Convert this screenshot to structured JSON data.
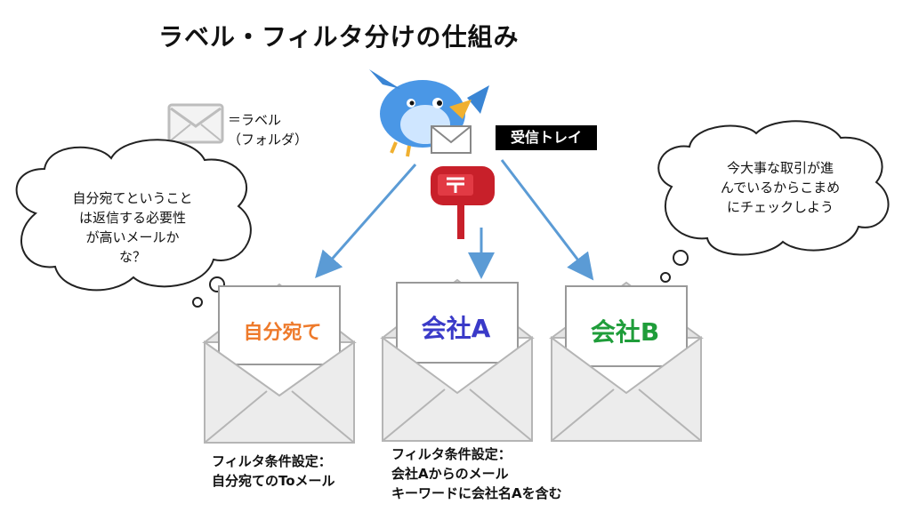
{
  "title": "ラベル・フィルタ分けの仕組み",
  "legend": {
    "line1": "＝ラベル",
    "line2": "（フォルダ）",
    "icon": "envelope-icon"
  },
  "inbox_label": "受信トレイ",
  "thoughts": {
    "left": [
      "自分宛てということ",
      "は返信する必要性",
      "が高いメールか",
      "な？"
    ],
    "right": [
      "今大事な取引が進",
      "んでいるからこまめ",
      "にチェックしよう"
    ]
  },
  "labels": [
    {
      "text": "自分宛て",
      "color": "#ee7a2b"
    },
    {
      "text": "会社A",
      "color": "#3a3ac8"
    },
    {
      "text": "会社B",
      "color": "#1f9d3a"
    }
  ],
  "filters": [
    {
      "lines": [
        "フィルタ条件設定：",
        "自分宛てのToメール"
      ]
    },
    {
      "lines": [
        "フィルタ条件設定：",
        "会社Aからのメール",
        "キーワードに会社名Aを含む"
      ]
    }
  ],
  "colors": {
    "arrow": "#5b9bd5",
    "envelope_fill": "#ebebeb",
    "envelope_stroke": "#bdbdbd",
    "mailbox": "#c8202a",
    "bird": "#3f8fe0"
  }
}
